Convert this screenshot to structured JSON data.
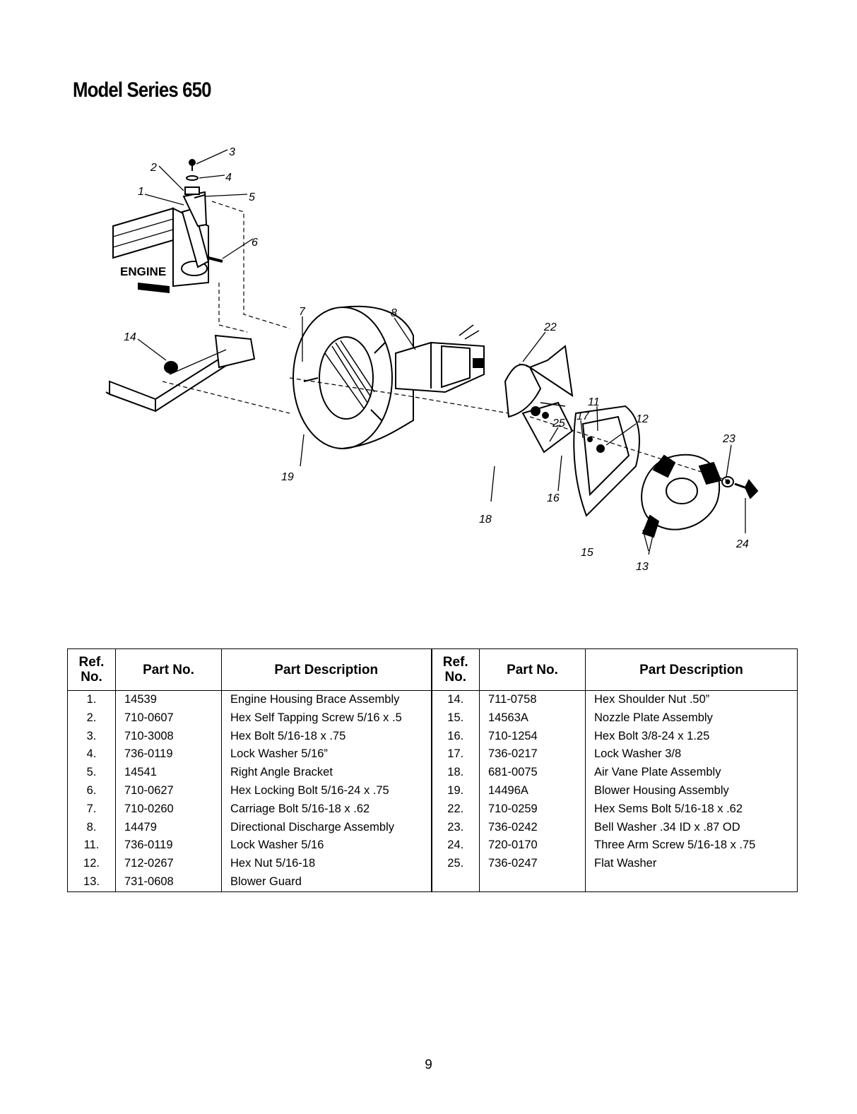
{
  "title": "Model Series 650",
  "diagram": {
    "engine_label": "ENGINE",
    "callouts": [
      "1",
      "2",
      "3",
      "4",
      "5",
      "6",
      "7",
      "8",
      "11",
      "12",
      "13",
      "14",
      "15",
      "16",
      "17",
      "18",
      "19",
      "22",
      "23",
      "24",
      "25"
    ]
  },
  "table": {
    "headers": {
      "ref_line1": "Ref.",
      "ref_line2": "No.",
      "part_no": "Part No.",
      "description": "Part Description"
    },
    "left": [
      {
        "ref": "1.",
        "part_no": "14539",
        "description": "Engine Housing Brace Assembly"
      },
      {
        "ref": "2.",
        "part_no": "710-0607",
        "description": "Hex Self Tapping Screw 5/16 x .5"
      },
      {
        "ref": "3.",
        "part_no": "710-3008",
        "description": "Hex Bolt 5/16-18 x .75"
      },
      {
        "ref": "4.",
        "part_no": "736-0119",
        "description": "Lock Washer 5/16”"
      },
      {
        "ref": "5.",
        "part_no": "14541",
        "description": "Right Angle Bracket"
      },
      {
        "ref": "6.",
        "part_no": "710-0627",
        "description": "Hex Locking Bolt 5/16-24 x .75"
      },
      {
        "ref": "7.",
        "part_no": "710-0260",
        "description": "Carriage Bolt 5/16-18 x .62"
      },
      {
        "ref": "8.",
        "part_no": "14479",
        "description": "Directional Discharge Assembly"
      },
      {
        "ref": "11.",
        "part_no": "736-0119",
        "description": "Lock Washer 5/16"
      },
      {
        "ref": "12.",
        "part_no": "712-0267",
        "description": "Hex Nut 5/16-18"
      },
      {
        "ref": "13.",
        "part_no": "731-0608",
        "description": "Blower Guard"
      }
    ],
    "right": [
      {
        "ref": "14.",
        "part_no": "711-0758",
        "description": "Hex Shoulder Nut .50”"
      },
      {
        "ref": "15.",
        "part_no": "14563A",
        "description": "Nozzle Plate Assembly"
      },
      {
        "ref": "16.",
        "part_no": "710-1254",
        "description": "Hex Bolt 3/8-24 x 1.25"
      },
      {
        "ref": "17.",
        "part_no": "736-0217",
        "description": "Lock Washer 3/8"
      },
      {
        "ref": "18.",
        "part_no": "681-0075",
        "description": "Air Vane Plate Assembly"
      },
      {
        "ref": "19.",
        "part_no": "14496A",
        "description": "Blower Housing Assembly"
      },
      {
        "ref": "22.",
        "part_no": "710-0259",
        "description": "Hex Sems Bolt 5/16-18 x .62"
      },
      {
        "ref": "23.",
        "part_no": "736-0242",
        "description": "Bell Washer .34 ID x .87 OD"
      },
      {
        "ref": "24.",
        "part_no": "720-0170",
        "description": "Three Arm Screw 5/16-18 x .75"
      },
      {
        "ref": "25.",
        "part_no": "736-0247",
        "description": "Flat Washer"
      },
      {
        "ref": "",
        "part_no": "",
        "description": ""
      }
    ]
  },
  "page_number": "9"
}
